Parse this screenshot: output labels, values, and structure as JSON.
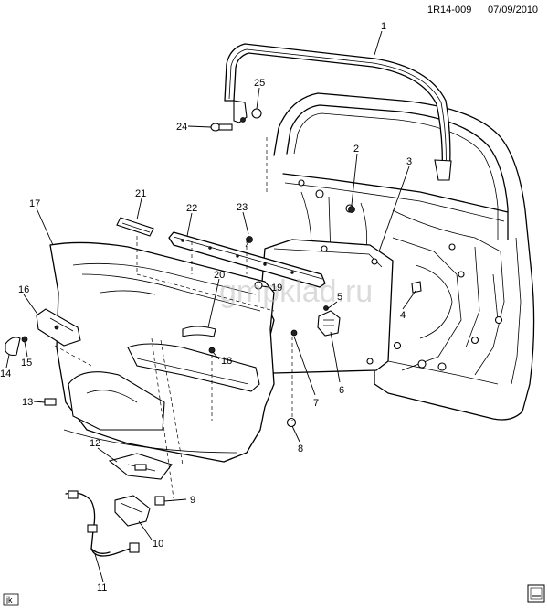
{
  "header": {
    "code": "1R14-009",
    "date": "07/09/2010"
  },
  "watermark": "gmpklad.ru",
  "corner_badge": "jk",
  "callouts": [
    {
      "id": "c1",
      "label": "1"
    },
    {
      "id": "c2",
      "label": "2"
    },
    {
      "id": "c3",
      "label": "3"
    },
    {
      "id": "c4",
      "label": "4"
    },
    {
      "id": "c5",
      "label": "5"
    },
    {
      "id": "c6",
      "label": "6"
    },
    {
      "id": "c7",
      "label": "7"
    },
    {
      "id": "c8",
      "label": "8"
    },
    {
      "id": "c9",
      "label": "9"
    },
    {
      "id": "c10",
      "label": "10"
    },
    {
      "id": "c11",
      "label": "11"
    },
    {
      "id": "c12",
      "label": "12"
    },
    {
      "id": "c13",
      "label": "13"
    },
    {
      "id": "c14",
      "label": "14"
    },
    {
      "id": "c15",
      "label": "15"
    },
    {
      "id": "c16",
      "label": "16"
    },
    {
      "id": "c17",
      "label": "17"
    },
    {
      "id": "c18",
      "label": "18"
    },
    {
      "id": "c19",
      "label": "19"
    },
    {
      "id": "c20",
      "label": "20"
    },
    {
      "id": "c21",
      "label": "21"
    },
    {
      "id": "c22",
      "label": "22"
    },
    {
      "id": "c23",
      "label": "23"
    },
    {
      "id": "c24",
      "label": "24"
    },
    {
      "id": "c25",
      "label": "25"
    }
  ]
}
